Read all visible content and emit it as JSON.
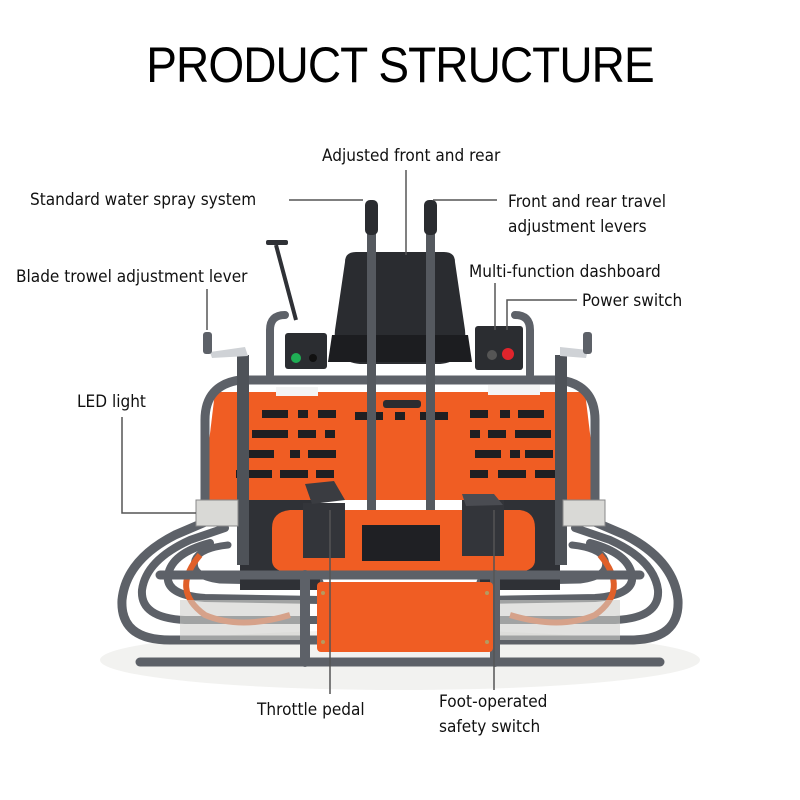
{
  "title": "PRODUCT STRUCTURE",
  "colors": {
    "frame": "#5d6168",
    "frame_dark": "#3d4046",
    "orange": "#f05d23",
    "seat": "#2a2c30",
    "leader": "#555555",
    "led": "#d9d9d6",
    "green_button": "#1fae54",
    "red_button": "#e0242c"
  },
  "labels": {
    "adjusted_front_rear": "Adjusted front and rear",
    "water_spray": "Standard water spray system",
    "travel_levers_line1": "Front and rear travel",
    "travel_levers_line2": "adjustment levers",
    "blade_lever": "Blade trowel adjustment lever",
    "dashboard": "Multi-function dashboard",
    "power_switch": "Power switch",
    "led_light": "LED light",
    "throttle_pedal": "Throttle pedal",
    "safety_switch_line1": "Foot-operated",
    "safety_switch_line2": "safety switch"
  }
}
